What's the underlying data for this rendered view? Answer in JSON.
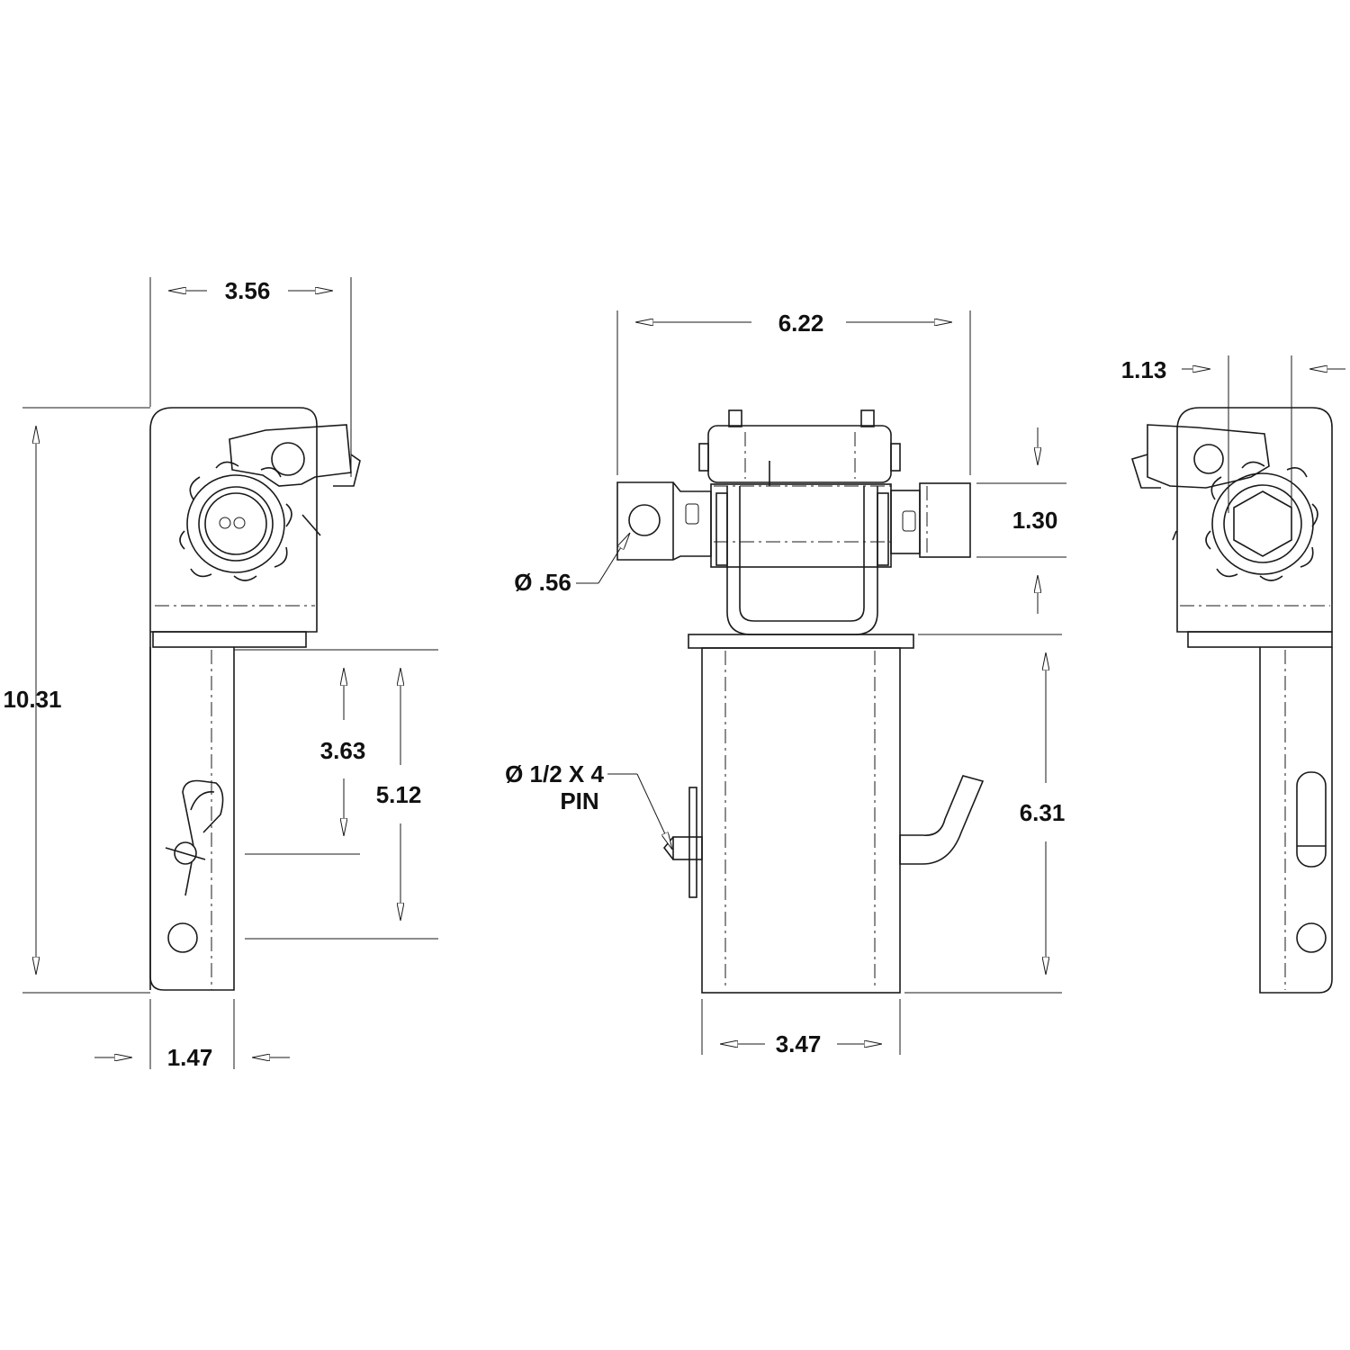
{
  "dimensions": {
    "left_width": "3.56",
    "left_height": "10.31",
    "left_spacing_a": "3.63",
    "left_spacing_b": "5.12",
    "left_tube_width": "1.47",
    "front_width": "6.22",
    "front_clamp_height": "1.30",
    "front_hole_dia": "Ø .56",
    "front_pin_line1": "Ø 1/2 X 4",
    "front_pin_line2": "PIN",
    "front_tube_height": "6.31",
    "front_tube_width": "3.47",
    "right_offset": "1.13"
  },
  "colors": {
    "line": "#1a1a1a",
    "background": "#ffffff"
  }
}
